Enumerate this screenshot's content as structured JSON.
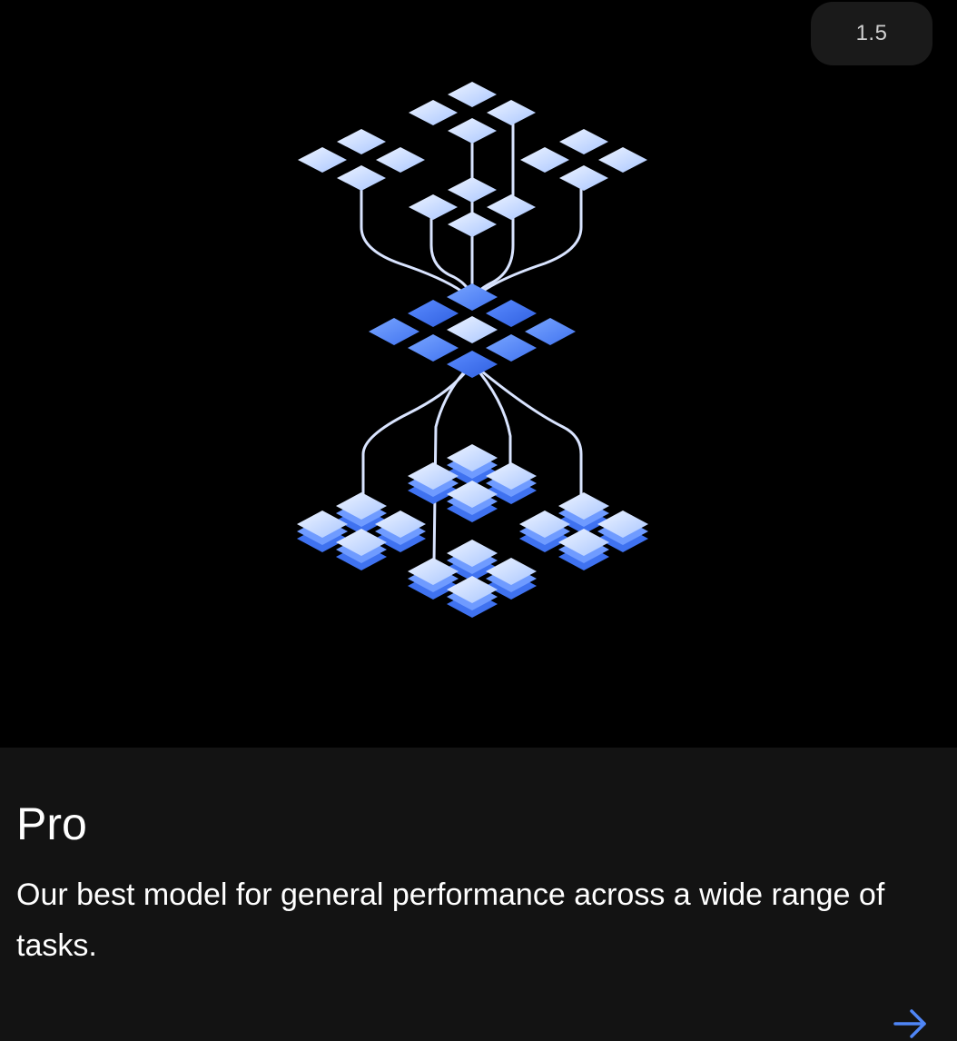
{
  "card": {
    "version_badge": "1.5",
    "title": "Pro",
    "description": "Our best model for general performance across a wide range of tasks.",
    "arrow_icon": "arrow-right-icon"
  },
  "colors": {
    "hero_background": "#000000",
    "info_background": "#131313",
    "badge_background": "#1a1a1a",
    "accent_blue": "#4f86f7",
    "light_tile": "#c8dcff",
    "line": "#d9e4ff"
  }
}
